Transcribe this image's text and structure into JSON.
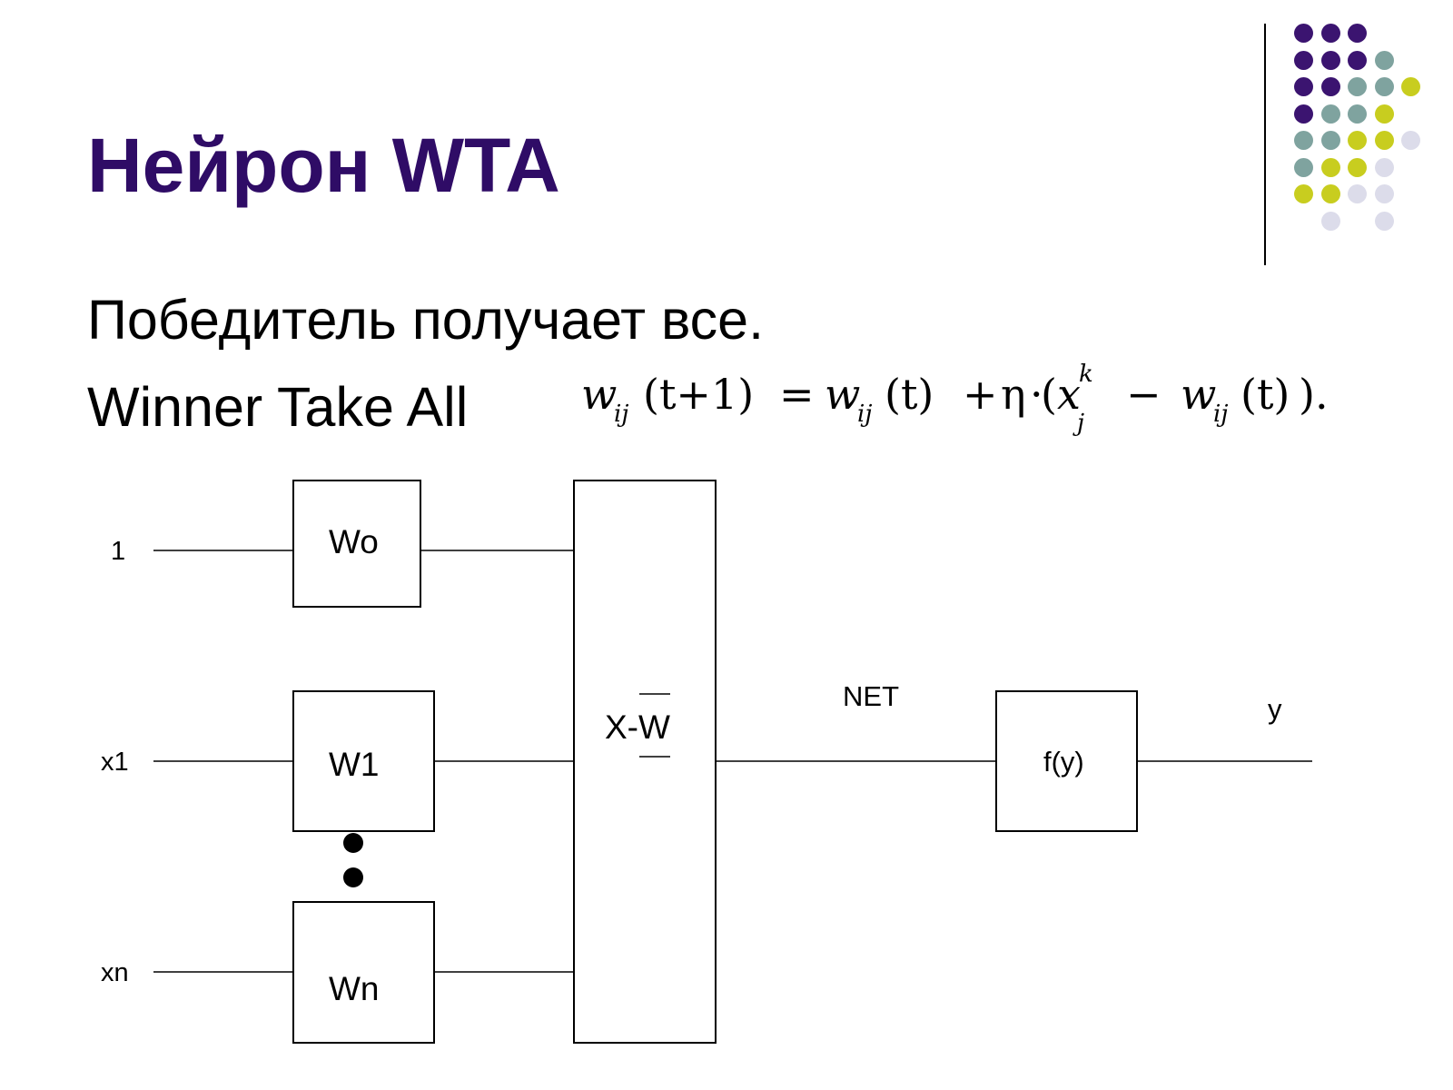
{
  "slide": {
    "title": "Нейрон WTA",
    "line1": "Победитель получает все.",
    "line2": "Winner Take All"
  },
  "formula": {
    "lhs_w": "w",
    "lhs_sub": "ij",
    "lhs_arg": "(t+1)",
    "eq": "=",
    "rhs_w1": "w",
    "rhs_sub1": "ij",
    "rhs_arg1": "(t)",
    "plus": "+",
    "eta": "η",
    "dot": "·",
    "open": "(",
    "x": "x",
    "x_sup": "k",
    "x_sub": "j",
    "minus": "−",
    "rhs_w2": "w",
    "rhs_sub2": "ij",
    "rhs_arg2": "(t)",
    "close": ")."
  },
  "diagram": {
    "inputs": [
      "1",
      "x1",
      "xn"
    ],
    "weights": [
      "Wo",
      "W1",
      "Wn"
    ],
    "combiner": "X-W",
    "net_label": "NET",
    "activation": "f(y)",
    "output": "y"
  },
  "decor": {
    "colors": {
      "title": "#2f0c66",
      "purple": "#3b1470",
      "teal": "#7fa39f",
      "lime": "#c8cd1f",
      "lavender": "#dcdcea"
    }
  }
}
